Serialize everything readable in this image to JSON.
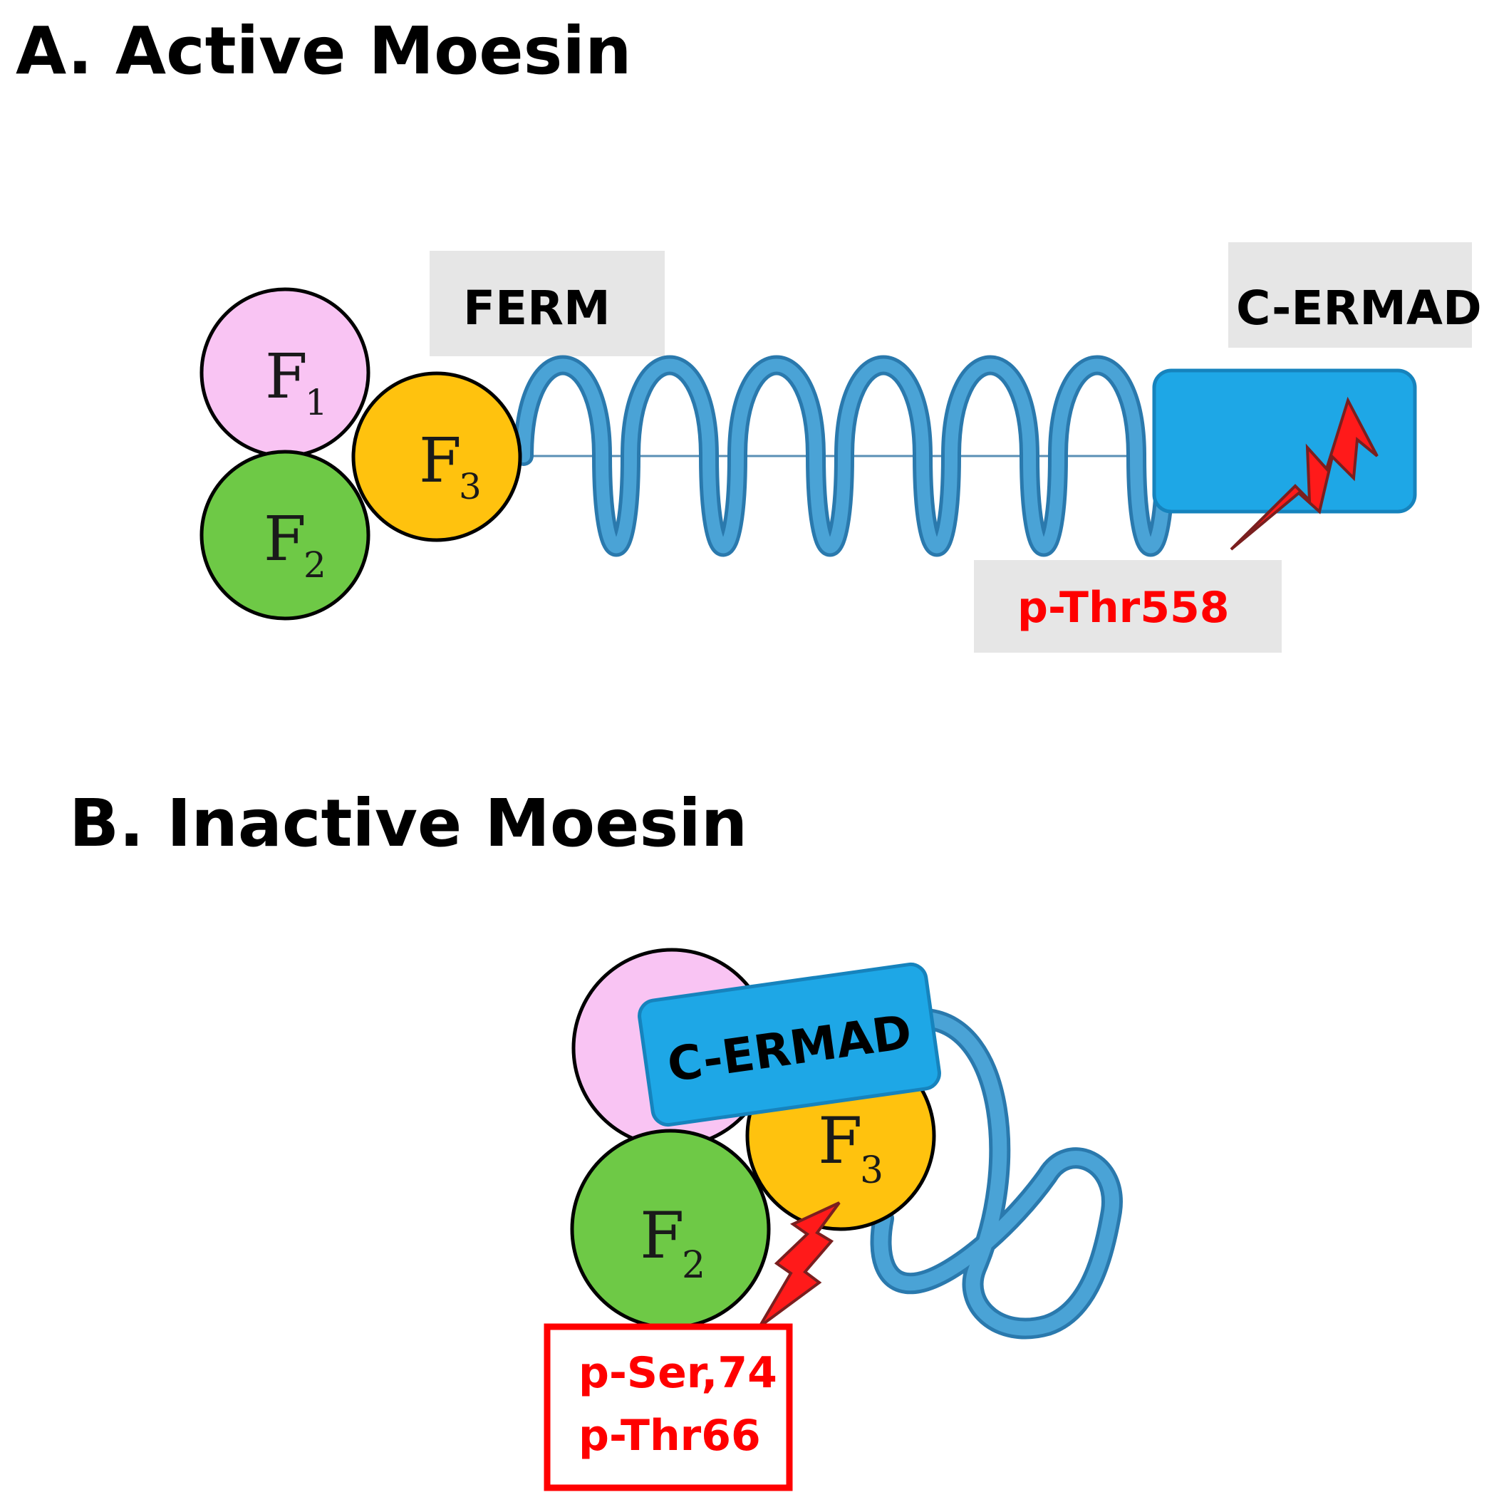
{
  "panel_a": {
    "heading": "A.  Active Moesin",
    "ferm_label": "FERM",
    "cermad_label": "C-ERMAD",
    "phospho_label": "p-Thr558",
    "subdomains": [
      {
        "letter": "F",
        "index": "1"
      },
      {
        "letter": "F",
        "index": "2"
      },
      {
        "letter": "F",
        "index": "3"
      }
    ]
  },
  "panel_b": {
    "heading": "B.  Inactive Moesin",
    "cermad_label": "C-ERMAD",
    "phospho_line1": "p-Ser,74",
    "phospho_line2": "p-Thr66",
    "subdomains": [
      {
        "letter": "F",
        "index": "2"
      },
      {
        "letter": "F",
        "index": "3"
      }
    ]
  },
  "colors": {
    "f1": "#f9c4f3",
    "f2": "#6ec946",
    "f3": "#ffc20e",
    "cermad": "#1ea7e6",
    "helix": "#3b93c9",
    "label_box": "#e6e6e6",
    "phospho": "#ff0000"
  }
}
